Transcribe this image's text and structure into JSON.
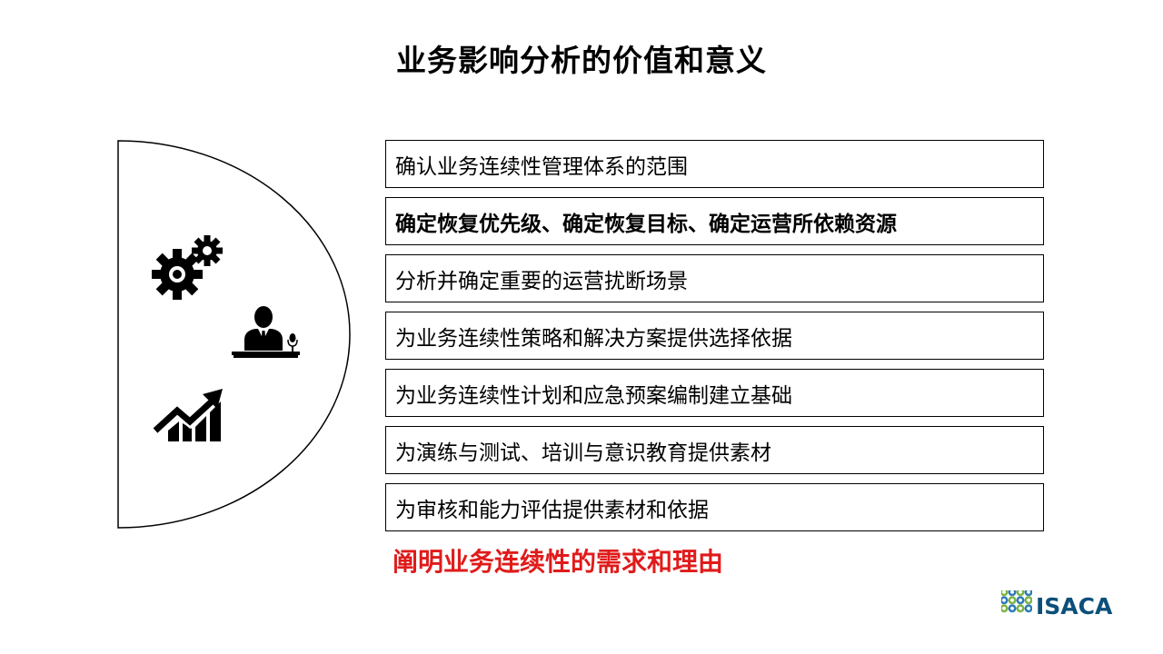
{
  "slide": {
    "title": "业务影响分析的价值和意义"
  },
  "icons": {
    "gears": "gears-icon",
    "speaker": "speaker-at-podium-icon",
    "growth": "growth-chart-icon"
  },
  "items": [
    {
      "label": "确认业务连续性管理体系的范围",
      "bold": false
    },
    {
      "label": "确定恢复优先级、确定恢复目标、确定运营所依赖资源",
      "bold": true
    },
    {
      "label": "分析并确定重要的运营扰断场景",
      "bold": false
    },
    {
      "label": "为业务连续性策略和解决方案提供选择依据",
      "bold": false
    },
    {
      "label": "为业务连续性计划和应急预案编制建立基础",
      "bold": false
    },
    {
      "label": "为演练与测试、培训与意识教育提供素材",
      "bold": false
    },
    {
      "label": "为审核和能力评估提供素材和依据",
      "bold": false
    }
  ],
  "conclusion": "阐明业务连续性的需求和理由",
  "logo": {
    "text": "ISACA",
    "mark": "isaca-logo-mark",
    "colors": [
      "#2a7ab8",
      "#7cb342"
    ]
  },
  "colors": {
    "conclusion": "#e01b1b",
    "logo_text": "#0c4f7a"
  }
}
